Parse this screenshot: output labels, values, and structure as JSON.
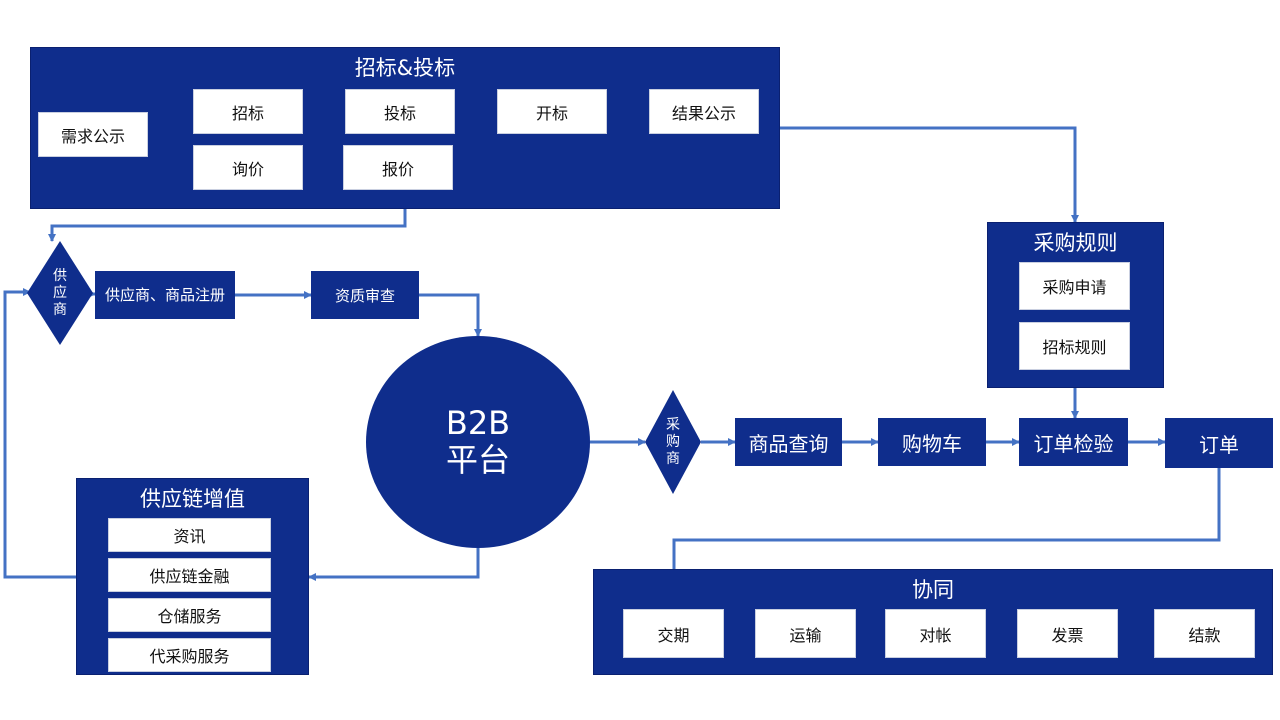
{
  "bidding": {
    "title": "招标&投标",
    "demand": "需求公示",
    "tender": "招标",
    "bid": "投标",
    "open": "开标",
    "result": "结果公示",
    "inquiry": "询价",
    "quote": "报价"
  },
  "supplier": {
    "diamond": "供应商",
    "register": "供应商、商品注册",
    "qualify": "资质审查"
  },
  "platform": {
    "line1": "B2B",
    "line2": "平台"
  },
  "buyer": {
    "diamond": "采购商",
    "search": "商品查询",
    "cart": "购物车",
    "check": "订单检验",
    "order": "订单"
  },
  "rules": {
    "title": "采购规则",
    "apply": "采购申请",
    "tender_rule": "招标规则"
  },
  "value_added": {
    "title": "供应链增值",
    "news": "资讯",
    "finance": "供应链金融",
    "storage": "仓储服务",
    "proxy": "代采购服务"
  },
  "collab": {
    "title": "协同",
    "delivery": "交期",
    "transport": "运输",
    "reconcile": "对帐",
    "invoice": "发票",
    "settle": "结款"
  },
  "colors": {
    "panel": "#0f2d8c",
    "arrow": "#4472c4",
    "box": "#ffffff"
  }
}
